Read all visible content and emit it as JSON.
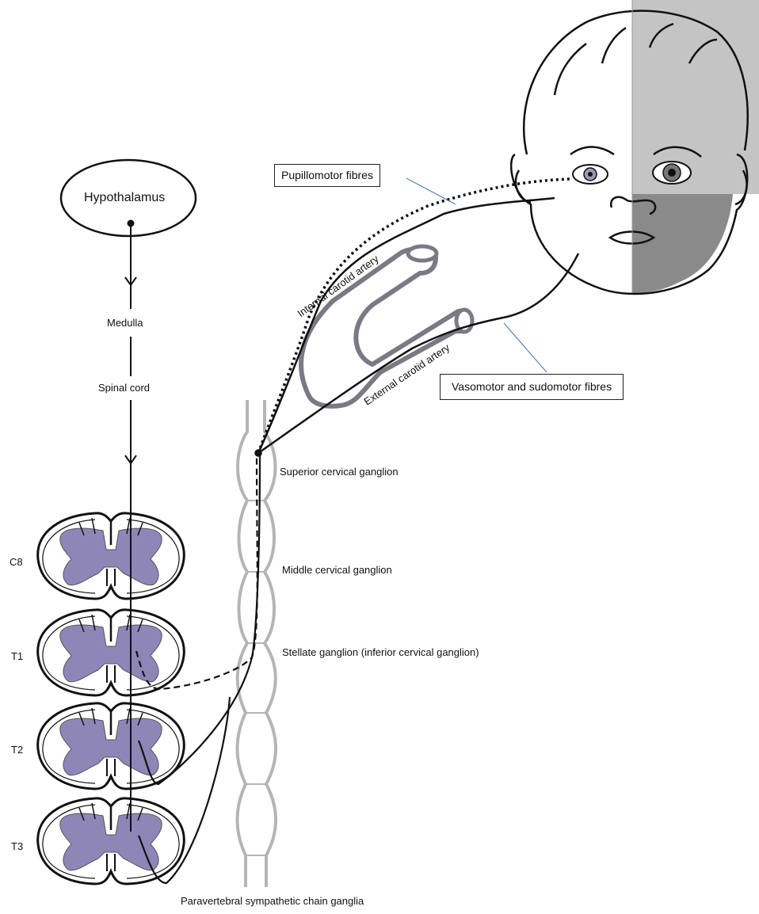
{
  "labels": {
    "hypothalamus": "Hypothalamus",
    "medulla": "Medulla",
    "spinal_cord": "Spinal cord",
    "c8": "C8",
    "t1": "T1",
    "t2": "T2",
    "t3": "T3",
    "superior_ganglion": "Superior cervical ganglion",
    "middle_ganglion": "Middle cervical ganglion",
    "stellate_ganglion": "Stellate ganglion (inferior cervical ganglion)",
    "chain": "Paravertebral sympathetic chain ganglia",
    "internal_carotid": "Internal carotid artery",
    "external_carotid": "External carotid artery",
    "pupillomotor": "Pupillomotor fibres",
    "vasomotor": "Vasomotor and sudomotor fibres"
  },
  "colors": {
    "gray_matter": "#8f86b8",
    "chain_gray": "#b5b5b5",
    "artery_gray": "#7a7a84",
    "face_light": "#c4c4c4",
    "face_dark": "#8a8a8a"
  }
}
